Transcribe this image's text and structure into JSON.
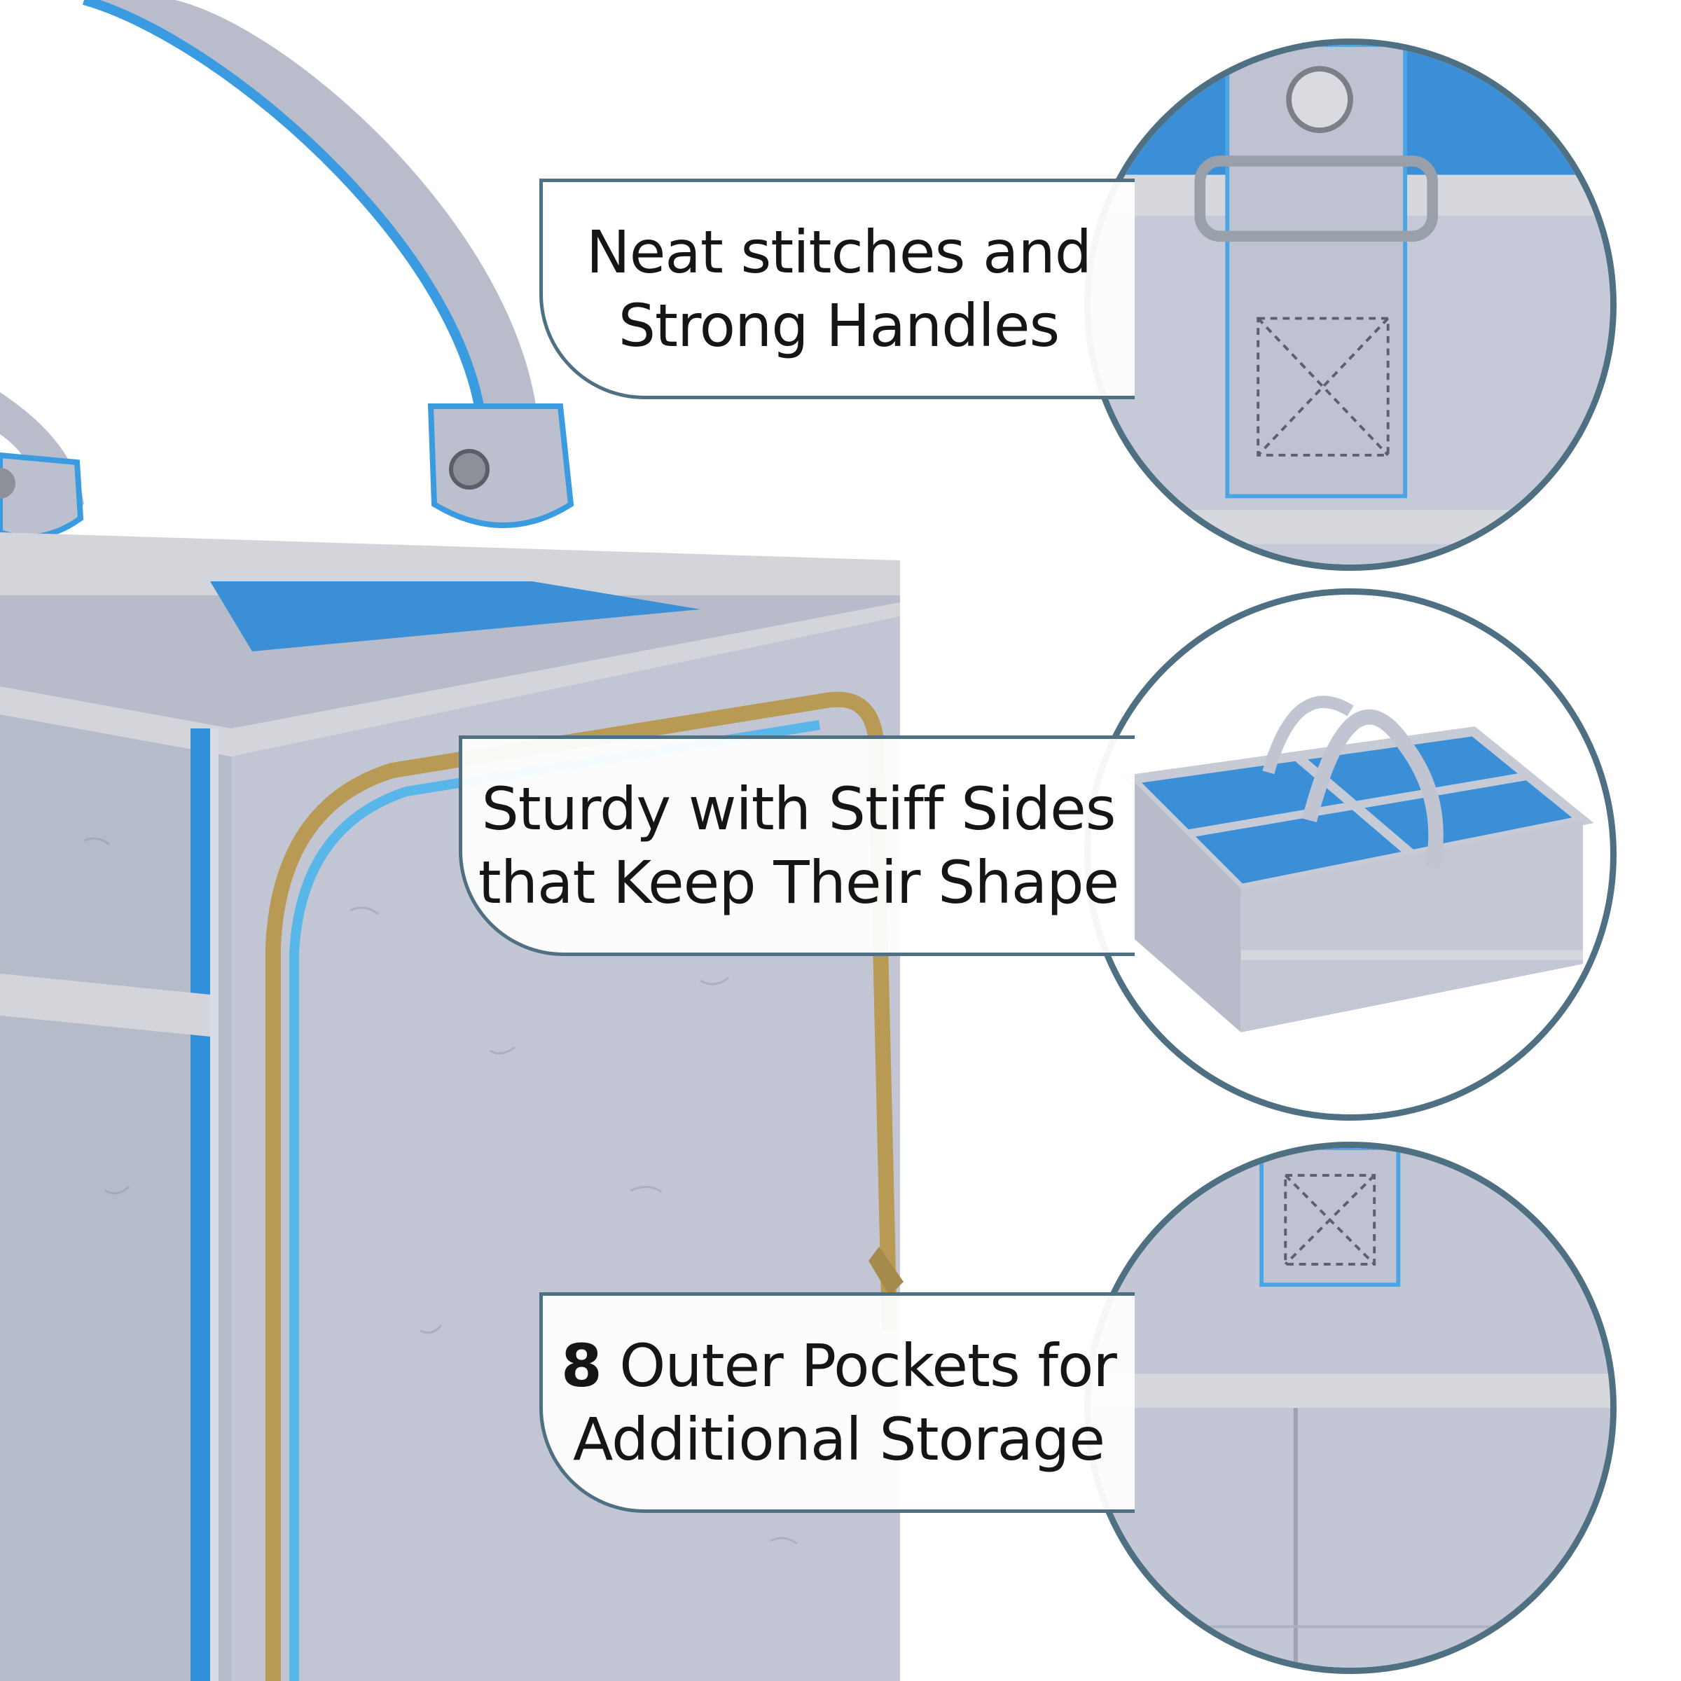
{
  "callouts": [
    {
      "text": "Neat stitches and\nStrong Handles"
    },
    {
      "text": "Sturdy with Stiff Sides\nthat Keep Their Shape"
    },
    {
      "number": "8",
      "text": " Outer Pockets for\nAdditional Storage"
    }
  ],
  "colors": {
    "border": "#4f6f82",
    "felt_gray": "#c2c6d4",
    "lining_blue": "#2f8fd8",
    "background": "#ffffff"
  }
}
